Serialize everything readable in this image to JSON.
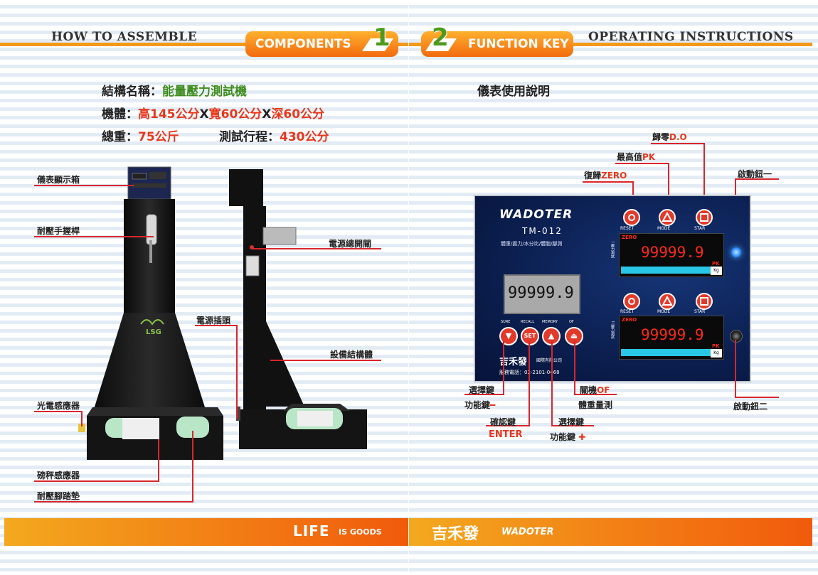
{
  "left": {
    "header": "HOW TO ASSEMBLE",
    "tab_label": "COMPONENTS",
    "tab_number": "1",
    "spec": {
      "name_label": "結構名稱：",
      "name_value": "能量壓力測試機",
      "size_label": "機體：",
      "height": "高145公分",
      "x1": "X",
      "width": "寬60公分",
      "x2": "X",
      "depth": "深60公分",
      "weight_label": "總重：",
      "weight_value": "75公斤",
      "stroke_label": "測試行程：",
      "stroke_value": "430公分"
    },
    "callouts": {
      "display_box": "儀表顯示箱",
      "handle": "耐壓手握桿",
      "power_switch": "電源總開關",
      "power_plug": "電源插頭",
      "frame": "設備結構體",
      "photo_sensor": "光電感應器",
      "load_sensor": "磅秤感應器",
      "foot_pad": "耐壓腳踏墊"
    },
    "machine_logo": "LSG",
    "bottom_slogan_big": "LIFE",
    "bottom_slogan_small": "IS GOODS"
  },
  "right": {
    "header": "OPERATING INSTRUCTIONS",
    "tab_label": "FUNCTION KEY",
    "tab_number": "2",
    "section_title": "儀表使用說明",
    "panel": {
      "brand": "WADOTER",
      "model": "TM-012",
      "subtitle": "體重/握力/水分比/體脂/腳測",
      "main_readout": "99999.9",
      "left_keys": [
        "SURE",
        "RECALL",
        "MEMORY",
        "OF"
      ],
      "left_key_glyphs": [
        "▼",
        "SET",
        "▲",
        "⏏"
      ],
      "top_keys": [
        "RESET",
        "MODE",
        "STAR"
      ],
      "bottom_keys": [
        "RESET",
        "MODE",
        "STAR"
      ],
      "readout_1": "99999.9",
      "readout_2": "99999.9",
      "zero_tag": "ZERO",
      "pk_tag": "PK",
      "unit": "Kg",
      "channel_1": "I 握力測試",
      "channel_2": "II 腳力測試",
      "company": "吉禾發",
      "company_suffix": "國際有限公司",
      "phone": "服務電話：02-2101-0468"
    },
    "callouts": {
      "reset_zero": "復歸",
      "reset_zero_red": "ZERO",
      "peak": "最高值",
      "peak_red": "PK",
      "clear": "歸零",
      "clear_red": "D.O",
      "start1": "啟動鈕一",
      "start2": "啟動鈕二",
      "select_fn_minus_a": "選擇鍵",
      "select_fn_minus_b": "功能鍵",
      "minus_sign": "━",
      "confirm_a": "確認鍵",
      "confirm_b": "ENTER",
      "select_fn_plus_a": "選擇鍵",
      "select_fn_plus_b": "功能鍵",
      "plus_sign": "✚",
      "off_a": "關機",
      "off_red": "OF",
      "off_b": "體重量測"
    },
    "bottom_company": "吉禾發",
    "bottom_brand": "WADOTER"
  },
  "colors": {
    "orange": "#f39a1a",
    "red_text": "#e8361b",
    "green_text": "#3d8c1f",
    "panel_navy": "#0b1e4e",
    "led_red": "#ff2a1a"
  }
}
